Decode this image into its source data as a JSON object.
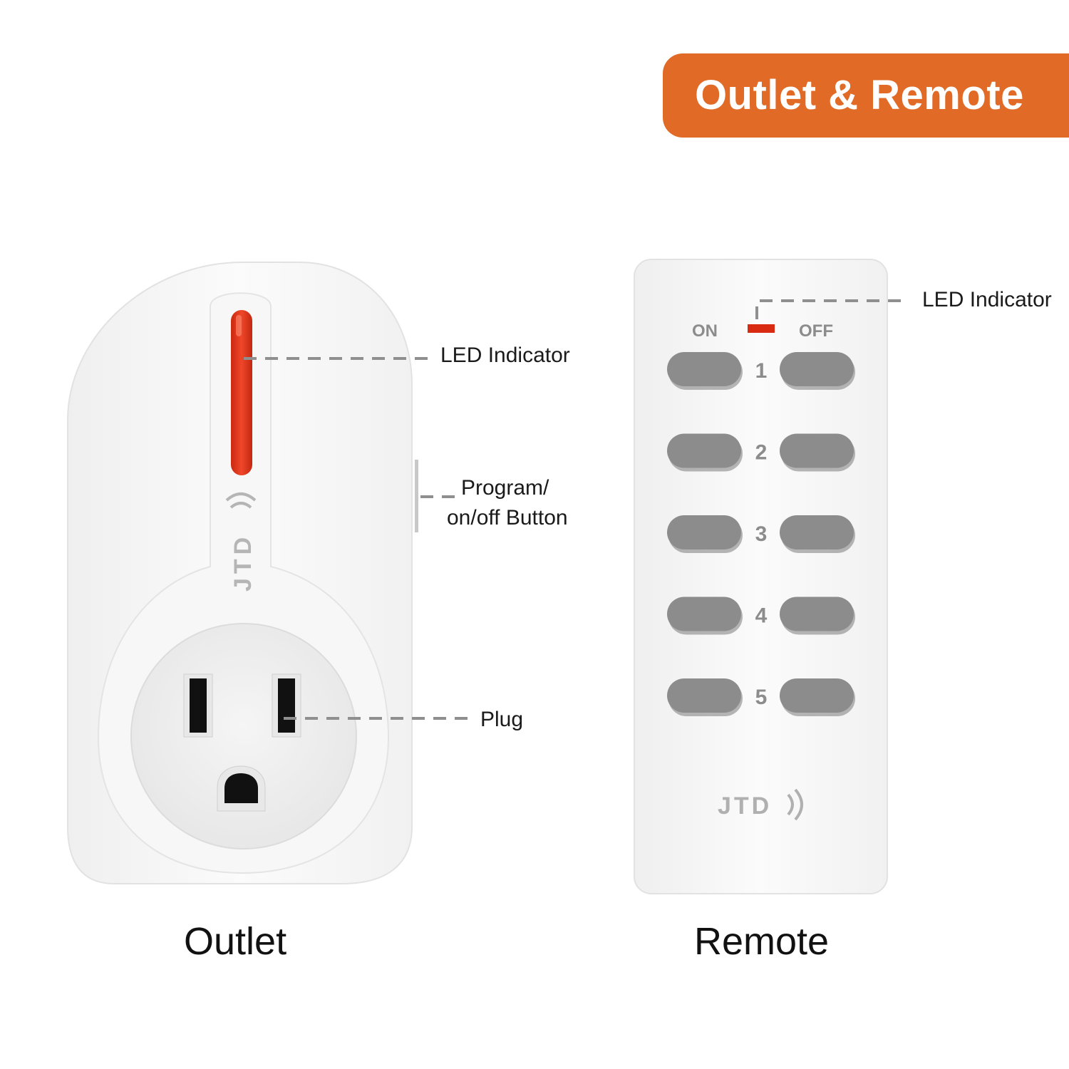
{
  "banner": {
    "title": "Outlet & Remote",
    "color": "#e06a26"
  },
  "outlet": {
    "caption": "Outlet",
    "brand": "JTD",
    "led_color": "#e03a1c",
    "callouts": {
      "led": "LED Indicator",
      "program_line1": "Program/",
      "program_line2": "on/off Button",
      "plug": "Plug"
    }
  },
  "remote": {
    "caption": "Remote",
    "brand": "JTD",
    "led_callout": "LED Indicator",
    "on_label": "ON",
    "off_label": "OFF",
    "button_color": "#8c8c8c",
    "channels": [
      "1",
      "2",
      "3",
      "4",
      "5"
    ]
  }
}
